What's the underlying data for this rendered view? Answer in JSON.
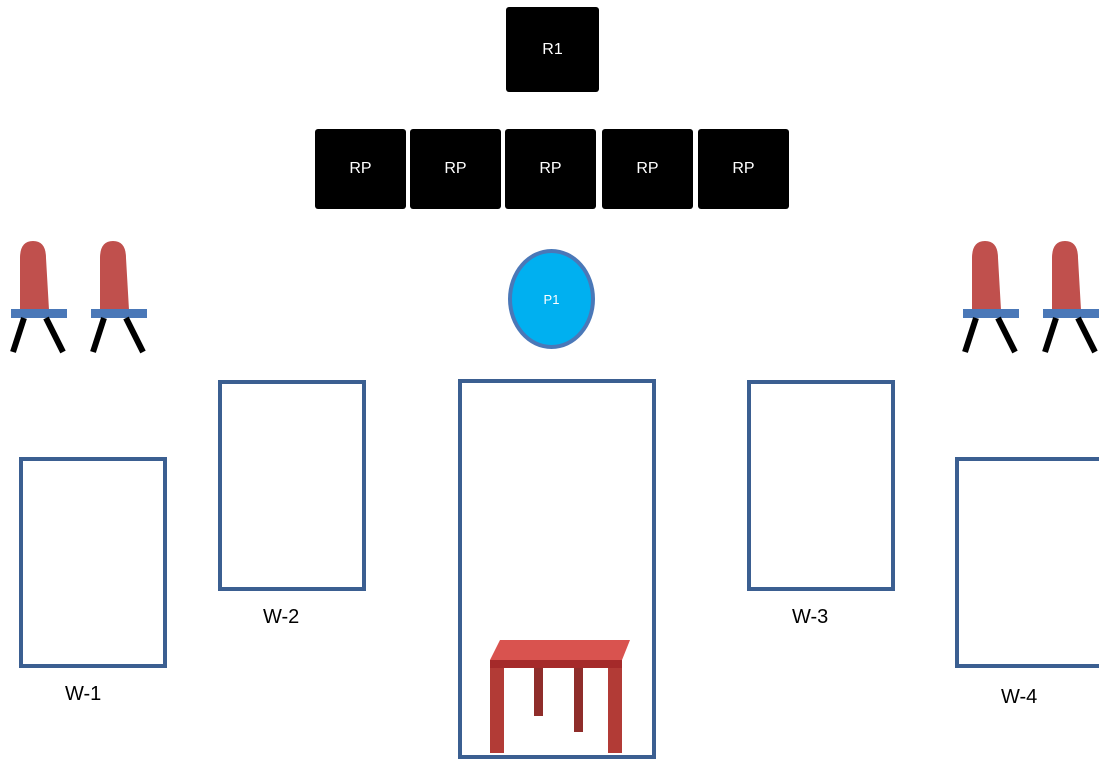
{
  "top_block": {
    "label": "R1"
  },
  "panel_blocks": [
    {
      "label": "RP"
    },
    {
      "label": "RP"
    },
    {
      "label": "RP"
    },
    {
      "label": "RP"
    },
    {
      "label": "RP"
    }
  ],
  "center_node": {
    "label": "P1"
  },
  "windows": [
    {
      "label": "W-1"
    },
    {
      "label": "W-2"
    },
    {
      "label": "W-3"
    },
    {
      "label": "W-4"
    }
  ],
  "colors": {
    "block": "#000000",
    "node_fill": "#00b0f0",
    "node_border": "#4a78b8",
    "frame": "#3b5f91",
    "chair": "#c0504d",
    "table": "#c0504d"
  }
}
